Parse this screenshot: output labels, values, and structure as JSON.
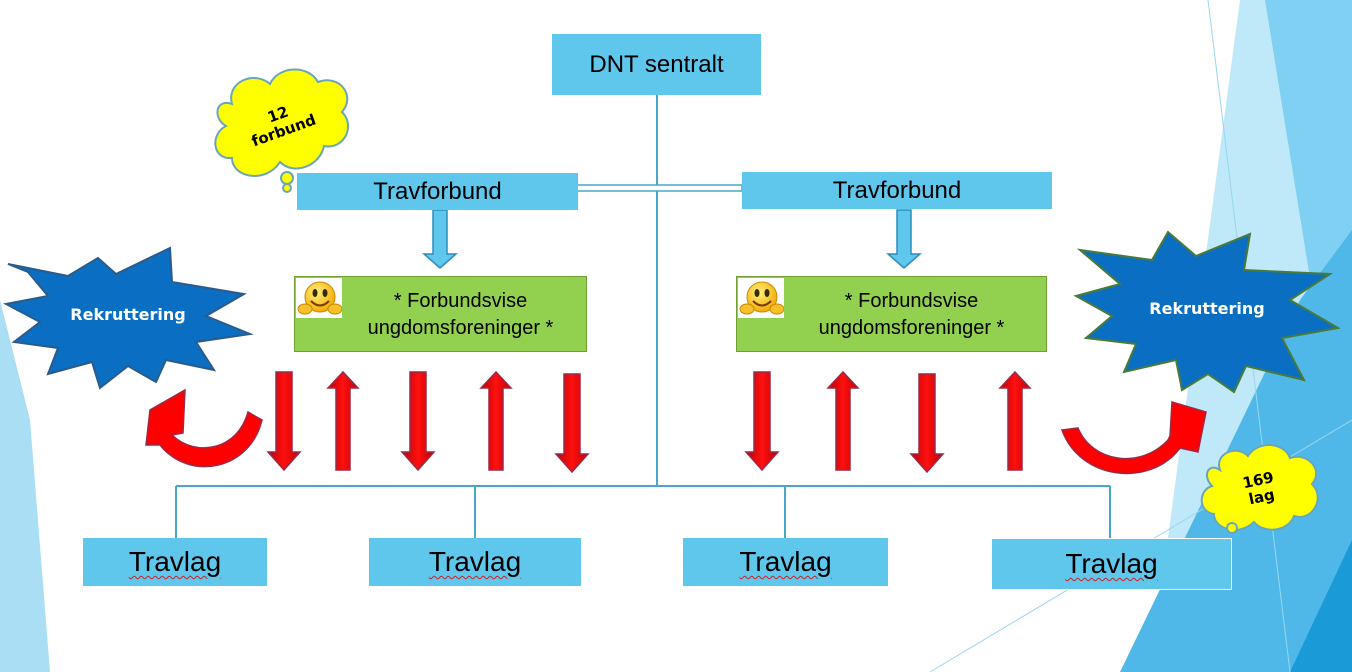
{
  "top": {
    "label": "DNT sentralt"
  },
  "forbund": [
    {
      "label": "Travforbund"
    },
    {
      "label": "Travforbund"
    }
  ],
  "ungdom": [
    {
      "label": "* Forbundsvise ungdomsforeninger *"
    },
    {
      "label": "* Forbundsvise ungdomsforeninger *"
    }
  ],
  "lag": [
    {
      "label": "Travlag"
    },
    {
      "label": "Travlag"
    },
    {
      "label": "Travlag"
    },
    {
      "label": "Travlag"
    }
  ],
  "stars": [
    {
      "label": "Rekruttering"
    },
    {
      "label": "Rekruttering"
    }
  ],
  "clouds": [
    {
      "line1": "12",
      "line2": "forbund"
    },
    {
      "line1": "169",
      "line2": "lag"
    }
  ],
  "colors": {
    "box_blue": "#5fc6ec",
    "green": "#92d050",
    "star_blue": "#0a6fc2",
    "arrow_red": "#ff0000",
    "cloud_yellow": "#ffff00"
  }
}
